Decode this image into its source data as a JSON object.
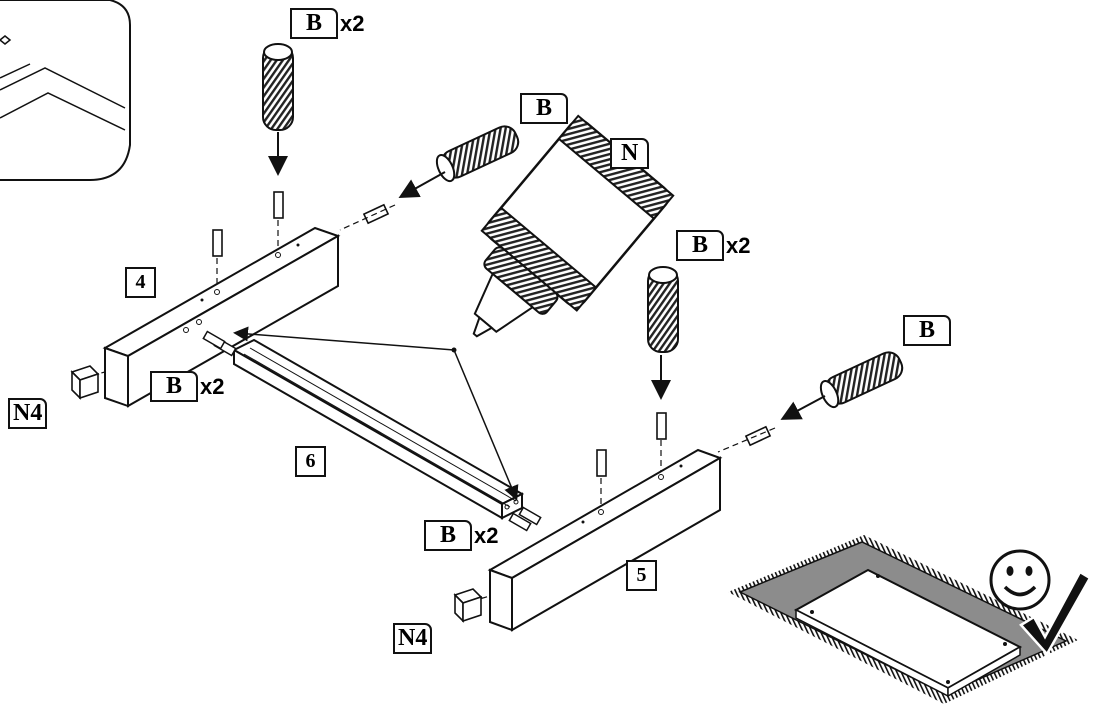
{
  "labels": {
    "dowel_top_left": {
      "code": "B",
      "qty": "x2"
    },
    "dowel_side_left": {
      "code": "B"
    },
    "glue": {
      "code": "N"
    },
    "dowel_top_right": {
      "code": "B",
      "qty": "x2"
    },
    "dowel_side_right": {
      "code": "B"
    },
    "dowel_end_left": {
      "code": "B",
      "qty": "x2"
    },
    "dowel_end_right": {
      "code": "B",
      "qty": "x2"
    },
    "cap_left": {
      "code": "N4"
    },
    "cap_right": {
      "code": "N4"
    }
  },
  "parts": {
    "part_4": "4",
    "part_5": "5",
    "part_6": "6"
  },
  "colors": {
    "line": "#111111",
    "rug": "#8c8c8c",
    "panel": "#ffffff"
  },
  "icons": [
    "dowel-icon",
    "glue-bottle-icon",
    "end-cap-icon",
    "smiley-face-icon",
    "checkmark-icon",
    "rug-icon"
  ]
}
